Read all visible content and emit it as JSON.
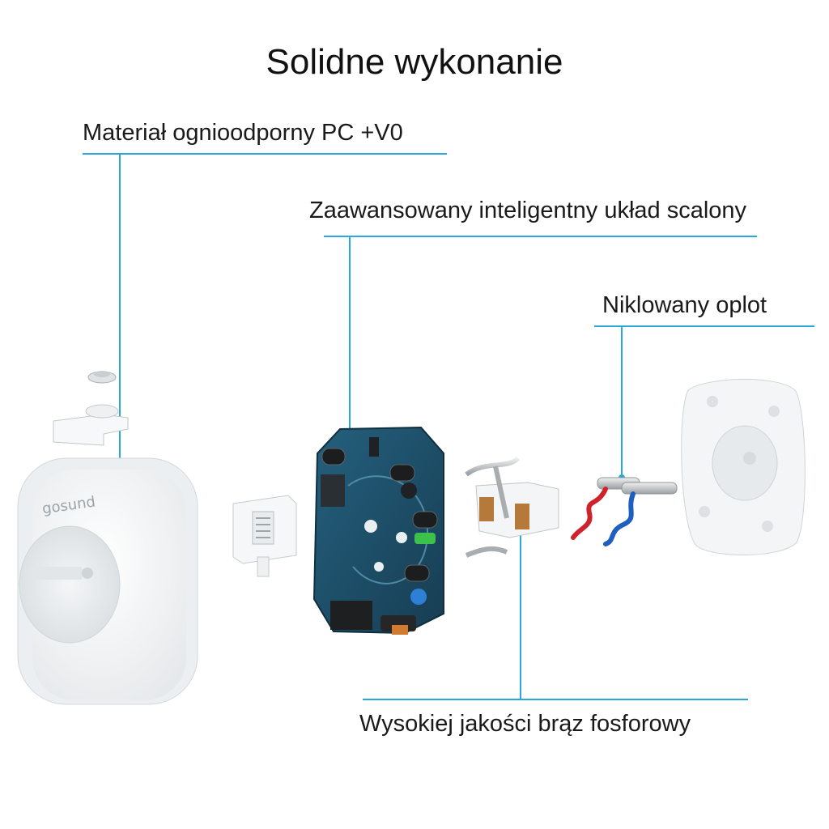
{
  "title": "Solidne wykonanie",
  "callouts": {
    "housing_material": "Materiał ognioodporny PC +V0",
    "chip": "Zaawansowany inteligentny układ scalony",
    "nickel_braid": "Niklowany oplot",
    "bronze": "Wysokiej jakości brąz fosforowy"
  },
  "product_logo": "gosund",
  "colors": {
    "callout_line": "#2aa7df",
    "pcb": "#1f4e68",
    "wire_red": "#d0222a",
    "wire_blue": "#1f5fbf",
    "brass": "#b57a3a"
  }
}
